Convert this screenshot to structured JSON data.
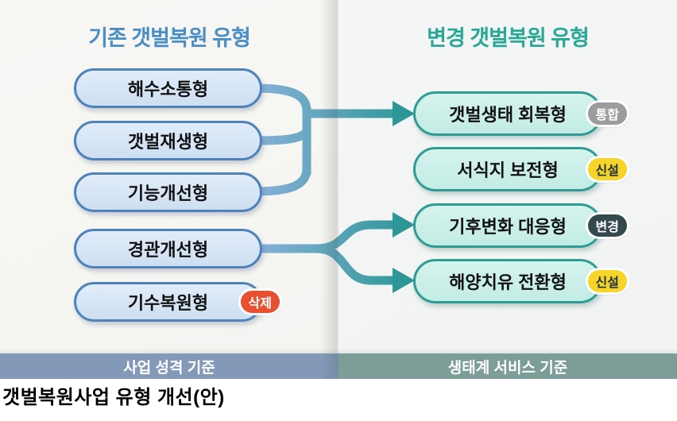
{
  "caption": "갯벌복원사업 유형 개선(안)",
  "left_panel": {
    "title": "기존 갯벌복원 유형",
    "title_color": "#4a8ec6",
    "pill_border": "#4e82b9",
    "pill_fill": "#d7e5f5",
    "footer": {
      "label": "사업 성격 기준",
      "bg": "#8299b8",
      "fg": "#ffffff"
    },
    "items": [
      {
        "label": "해수소통형"
      },
      {
        "label": "갯벌재생형"
      },
      {
        "label": "기능개선형"
      },
      {
        "label": "경관개선형"
      },
      {
        "label": "기수복원형",
        "badge": {
          "label": "삭제",
          "bg": "#e85130",
          "fg": "#ffffff"
        }
      }
    ]
  },
  "right_panel": {
    "title": "변경 갯벌복원 유형",
    "title_color": "#2aa896",
    "pill_border": "#2e9c95",
    "pill_fill": "#c9efe9",
    "footer": {
      "label": "생태계 서비스 기준",
      "bg": "#7c9d98",
      "fg": "#ffffff"
    },
    "items": [
      {
        "label": "갯벌생태 회복형",
        "badge": {
          "label": "통합",
          "bg": "#9c9c9c",
          "fg": "#ffffff"
        }
      },
      {
        "label": "서식지 보전형",
        "badge": {
          "label": "신설",
          "bg": "#f6d42a",
          "fg": "#20333a"
        }
      },
      {
        "label": "기후변화 대응형",
        "badge": {
          "label": "변경",
          "bg": "#33494c",
          "fg": "#ffffff"
        }
      },
      {
        "label": "해양치유 전환형",
        "badge": {
          "label": "신설",
          "bg": "#f6d42a",
          "fg": "#20333a"
        }
      }
    ]
  },
  "connections": {
    "merge": {
      "from": [
        "해수소통형",
        "갯벌재생형",
        "기능개선형"
      ],
      "to": "갯벌생태 회복형"
    },
    "split": {
      "from": "경관개선형",
      "to": [
        "기후변화 대응형",
        "해양치유 전환형"
      ]
    },
    "gradient_start": "#8ab1da",
    "gradient_end": "#2f9898"
  }
}
